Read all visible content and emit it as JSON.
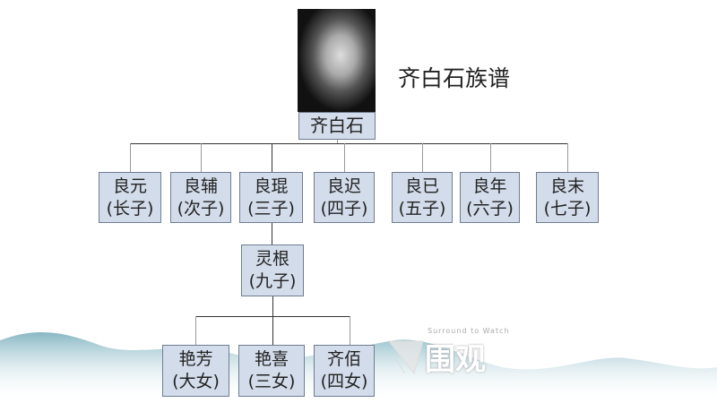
{
  "title": "齐白石族谱",
  "root": {
    "name": "齐白石",
    "photo_caption": "齐白石"
  },
  "sons": [
    {
      "name": "良元",
      "rel": "(长子)"
    },
    {
      "name": "良辅",
      "rel": "(次子)"
    },
    {
      "name": "良琨",
      "rel": "(三子)"
    },
    {
      "name": "良迟",
      "rel": "(四子)"
    },
    {
      "name": "良已",
      "rel": "(五子)"
    },
    {
      "name": "良年",
      "rel": "(六子)"
    },
    {
      "name": "良末",
      "rel": "(七子)"
    }
  ],
  "grandson": {
    "name": "灵根",
    "rel": "(九子)"
  },
  "granddaughters": [
    {
      "name": "艳芳",
      "rel": "(大女)"
    },
    {
      "name": "艳喜",
      "rel": "(三女)"
    },
    {
      "name": "齐佰",
      "rel": "(四女)"
    }
  ],
  "watermark": {
    "tagline": "Surround to Watch",
    "brand": "围观"
  }
}
